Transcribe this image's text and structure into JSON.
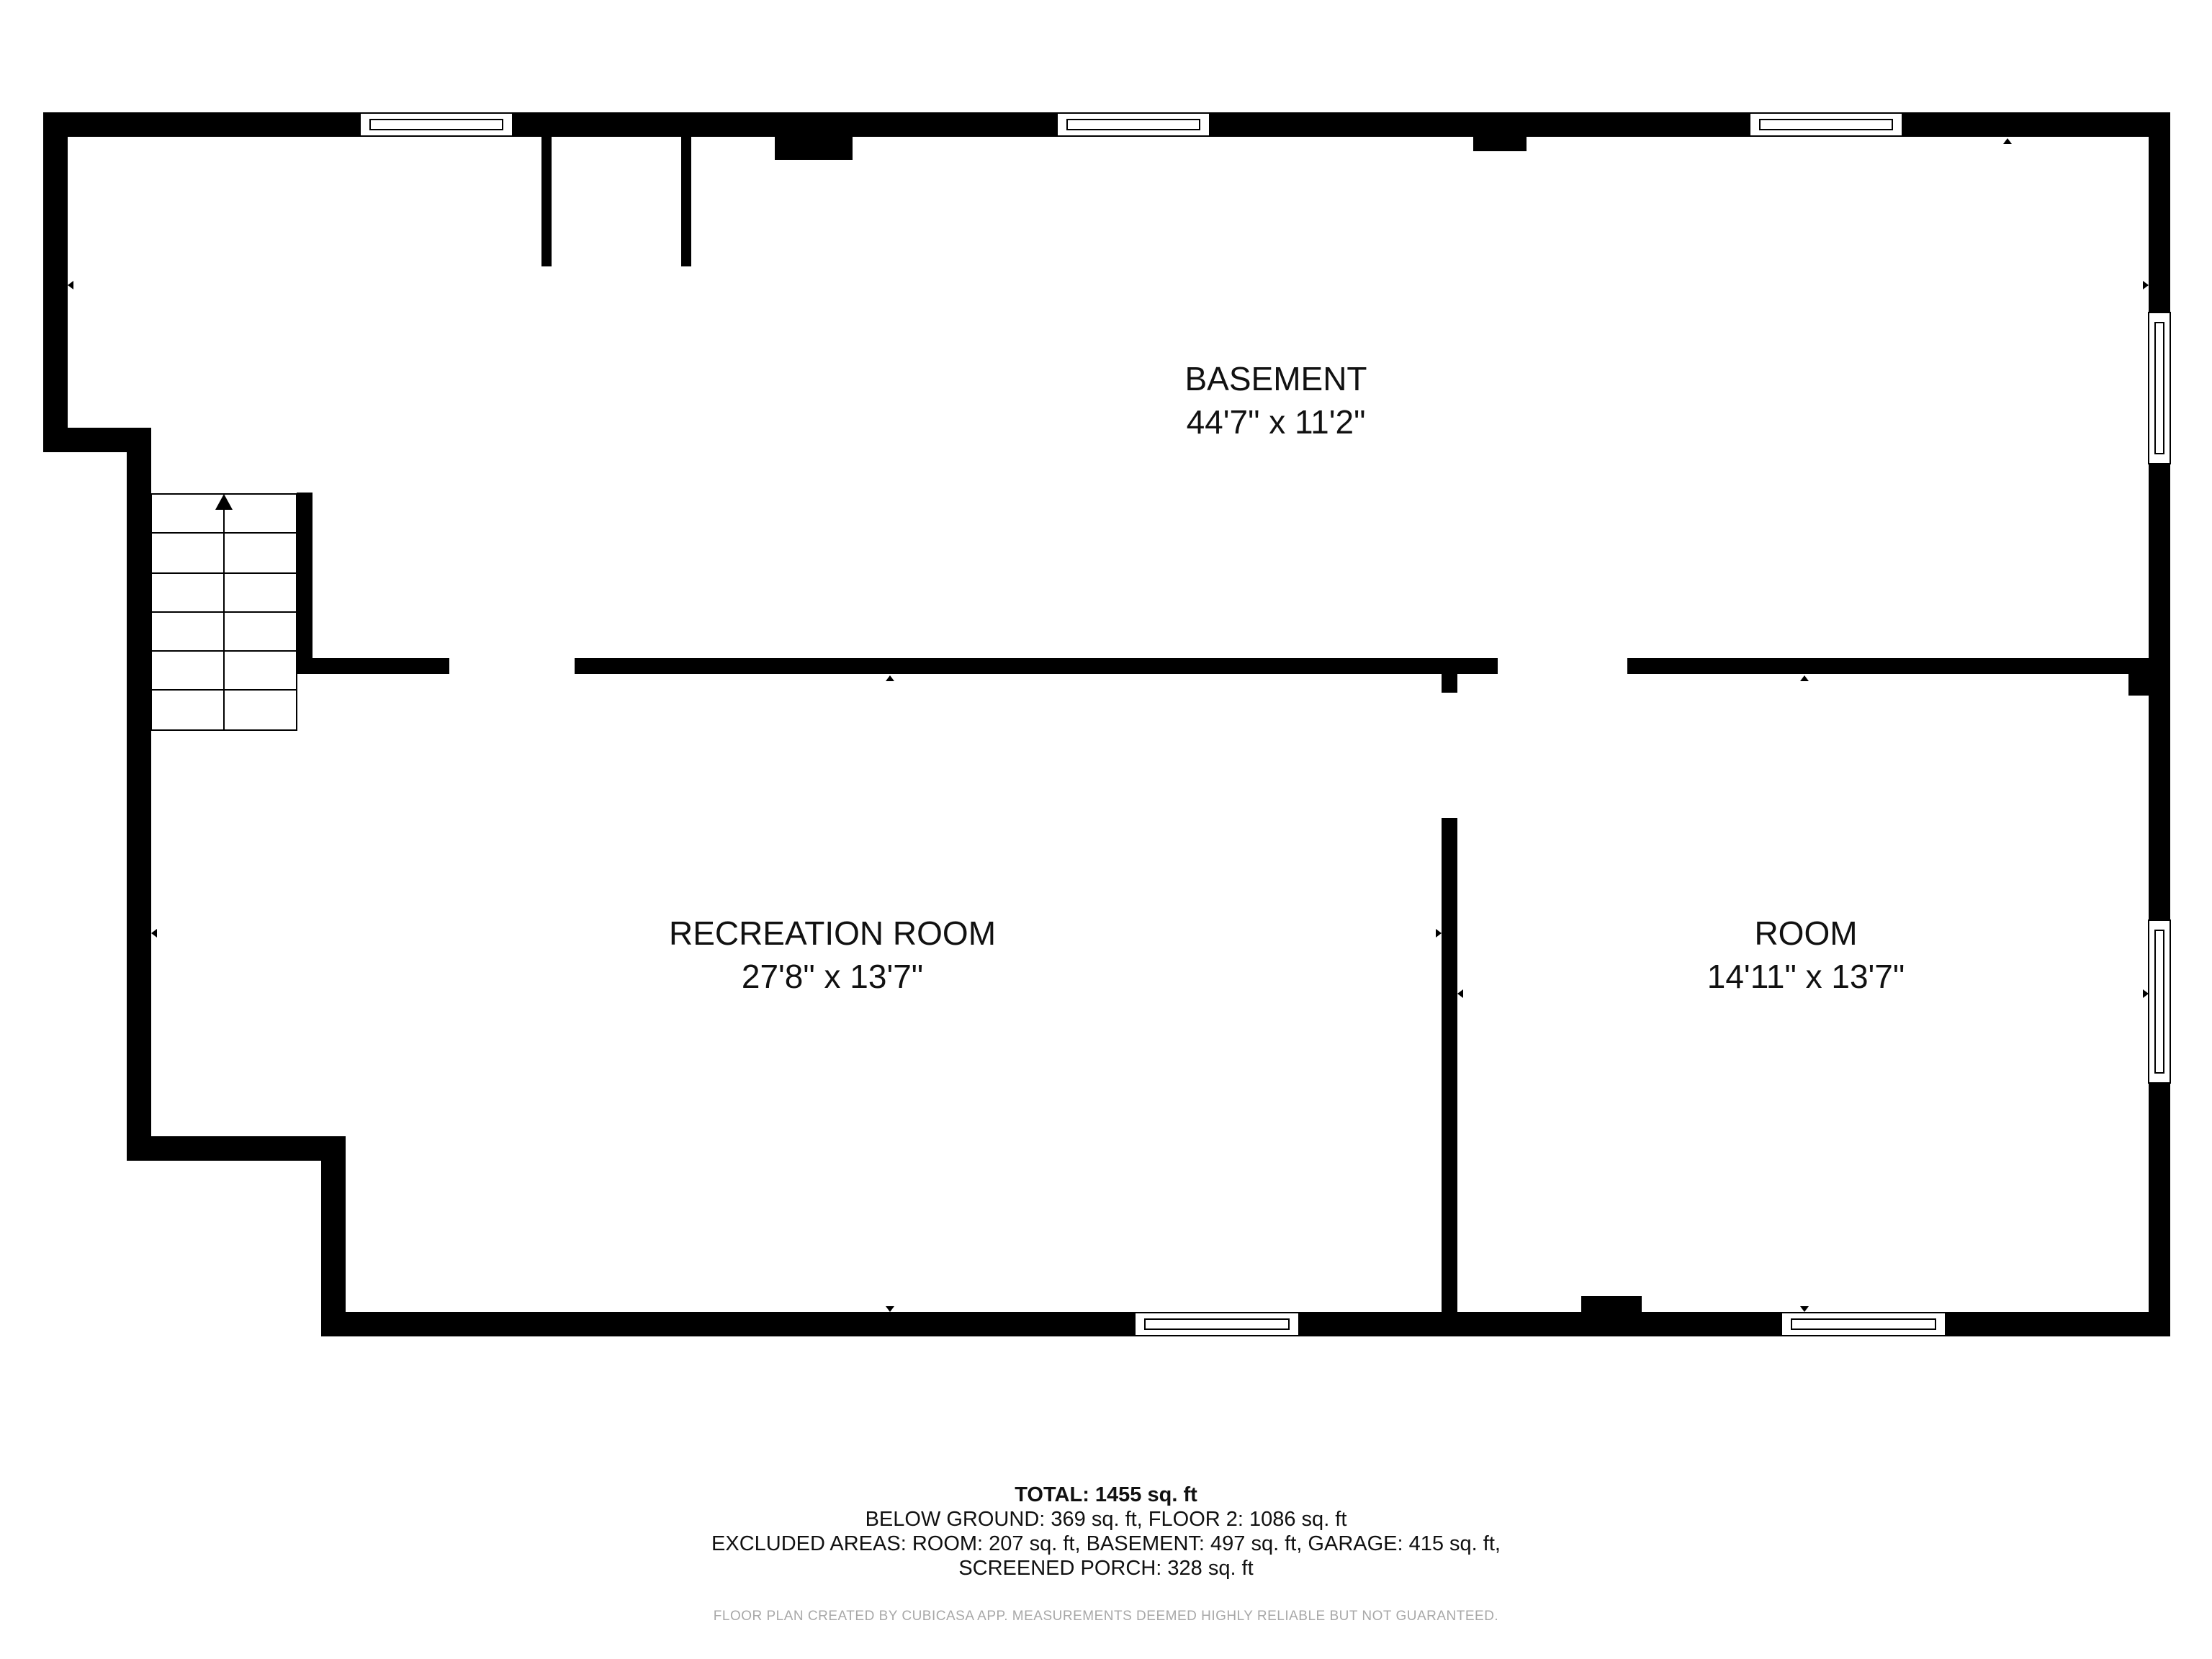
{
  "rooms": [
    {
      "id": "basement",
      "name": "BASEMENT",
      "dimensions": "44'7\" x 11'2\""
    },
    {
      "id": "recreation-room",
      "name": "RECREATION ROOM",
      "dimensions": "27'8\" x 13'7\""
    },
    {
      "id": "room",
      "name": "ROOM",
      "dimensions": "14'11\" x 13'7\""
    }
  ],
  "summary": {
    "total": "TOTAL: 1455 sq. ft",
    "line1": "BELOW GROUND: 369 sq. ft, FLOOR 2: 1086 sq. ft",
    "line2": "EXCLUDED AREAS: ROOM: 207 sq. ft, BASEMENT: 497 sq. ft, GARAGE: 415 sq. ft,",
    "line3": "SCREENED PORCH: 328 sq. ft"
  },
  "disclaimer": "FLOOR PLAN CREATED BY CUBICASA APP. MEASUREMENTS DEEMED HIGHLY RELIABLE BUT NOT GUARANTEED.",
  "colors": {
    "wall": "#000000",
    "background": "#ffffff",
    "disclaimer": "#a8a8a8"
  }
}
